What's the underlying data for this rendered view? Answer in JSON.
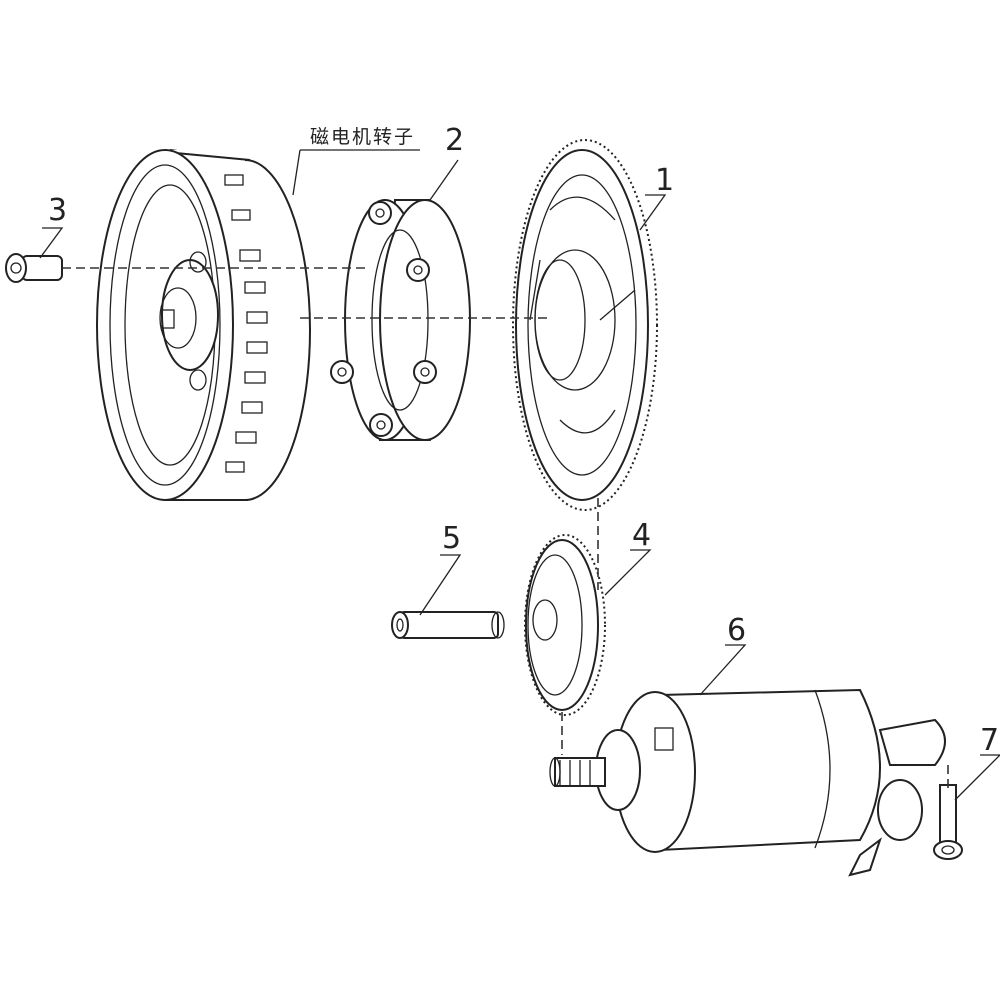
{
  "labels": {
    "rotor_name": "磁电机转子",
    "callouts": [
      "1",
      "2",
      "3",
      "4",
      "5",
      "6",
      "7"
    ]
  },
  "colors": {
    "ink": "#222222",
    "background": "#ffffff"
  }
}
